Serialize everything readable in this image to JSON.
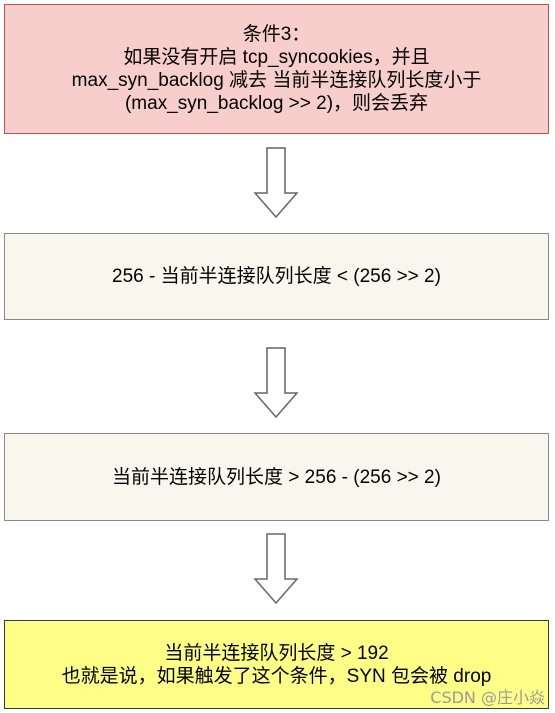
{
  "boxes": [
    {
      "lines": [
        "条件3：",
        "如果没有开启 tcp_syncookies，并且",
        "max_syn_backlog 减去 当前半连接队列长度小于",
        "(max_syn_backlog >> 2)，则会丢弃"
      ],
      "fill": "#f8cecc",
      "stroke": "#b85450"
    },
    {
      "lines": [
        "256 - 当前半连接队列长度 < (256 >> 2)"
      ],
      "fill": "#f9f7ed",
      "stroke": "#8a8a8a"
    },
    {
      "lines": [
        "当前半连接队列长度 > 256 - (256 >> 2)"
      ],
      "fill": "#f9f7ed",
      "stroke": "#8a8a8a"
    },
    {
      "lines": [
        "当前半连接队列长度 > 192",
        "也就是说，如果触发了这个条件，SYN 包会被 drop"
      ],
      "fill": "#ffff88",
      "stroke": "#36393d"
    }
  ],
  "arrows": [
    {
      "from": "box-1",
      "to": "box-2",
      "icon": "down-block-arrow"
    },
    {
      "from": "box-2",
      "to": "box-3",
      "icon": "down-block-arrow"
    },
    {
      "from": "box-3",
      "to": "box-4",
      "icon": "down-block-arrow"
    }
  ],
  "watermark": "CSDN @庄小焱"
}
